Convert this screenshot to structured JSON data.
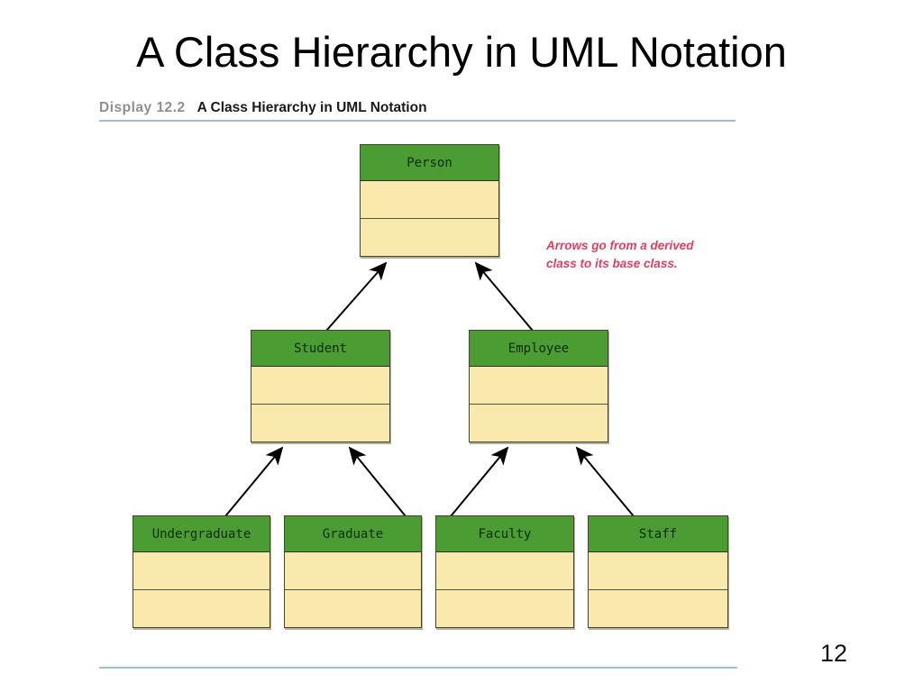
{
  "slide": {
    "title": "A Class Hierarchy in UML Notation",
    "page_number": "12"
  },
  "figure": {
    "caption_label": "Display 12.2",
    "caption_title": "A Class Hierarchy in UML Notation",
    "annotation": {
      "line1": "Arrows go from a derived",
      "line2": "class to its base class.",
      "color": "#e23e60"
    }
  },
  "diagram": {
    "type": "uml-class-hierarchy",
    "classes": [
      {
        "name": "Person"
      },
      {
        "name": "Student"
      },
      {
        "name": "Employee"
      },
      {
        "name": "Undergraduate"
      },
      {
        "name": "Graduate"
      },
      {
        "name": "Faculty"
      },
      {
        "name": "Staff"
      }
    ],
    "edges": [
      {
        "from": "Student",
        "to": "Person"
      },
      {
        "from": "Employee",
        "to": "Person"
      },
      {
        "from": "Undergraduate",
        "to": "Student"
      },
      {
        "from": "Graduate",
        "to": "Student"
      },
      {
        "from": "Faculty",
        "to": "Employee"
      },
      {
        "from": "Staff",
        "to": "Employee"
      }
    ],
    "colors": {
      "class_header_green": "#4b9c33",
      "compartment_cream": "#f9e9ac",
      "box_border": "#44442f",
      "rule_blue": "#9dbfcf",
      "annotation_red": "#e23e60",
      "caption_gray": "#8f8f8f"
    }
  }
}
